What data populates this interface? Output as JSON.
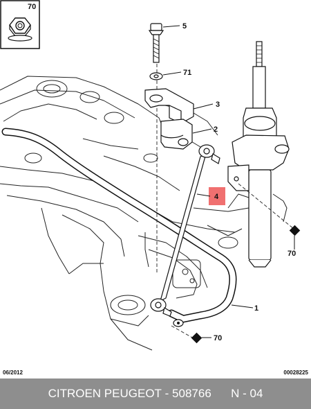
{
  "inset": {
    "label": "70"
  },
  "callouts": {
    "c5": "5",
    "c71": "71",
    "c3": "3",
    "c2": "2",
    "c4": "4",
    "c1": "1",
    "c70_right": "70",
    "c70_bottom": "70"
  },
  "meta": {
    "date": "06/2012",
    "code": "00028225"
  },
  "footer": {
    "brand": "CITROEN PEUGEOT",
    "part_number": "508766",
    "page": "N - 04",
    "separator": " - ",
    "gap": "      "
  },
  "colors": {
    "highlight": "#f07070",
    "footer_bg": "#8e8e8e",
    "footer_text": "#ffffff"
  }
}
